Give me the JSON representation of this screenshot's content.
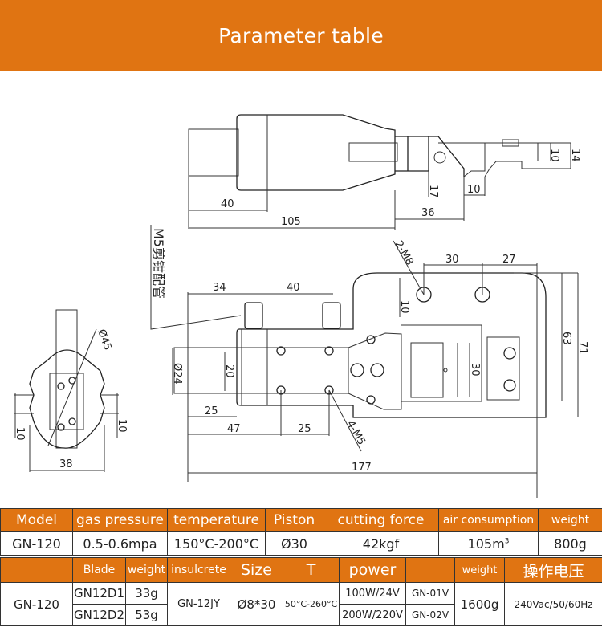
{
  "header": {
    "title": "Parameter table"
  },
  "colors": {
    "accent": "#e07412",
    "line": "#333333"
  },
  "drawing": {
    "side_view": {
      "dims": [
        "40",
        "105",
        "36",
        "10",
        "17",
        "10",
        "14"
      ]
    },
    "top_view": {
      "note": "M5剪钳配管",
      "dims": [
        "34",
        "40",
        "2-M8",
        "30",
        "27",
        "10",
        "63",
        "71",
        "30",
        "Ø24",
        "20",
        "25",
        "47",
        "25",
        "4-M5",
        "177"
      ]
    },
    "end_view": {
      "dims": [
        "Ø45",
        "10",
        "10",
        "38"
      ]
    }
  },
  "table1": {
    "headers": [
      "Model",
      "gas pressure",
      "temperature",
      "Piston",
      "cutting force",
      "air consumption",
      "weight"
    ],
    "row": {
      "model": "GN-120",
      "gas_pressure": "0.5-0.6mpa",
      "temperature": "150°C-200°C",
      "piston": "Ø30",
      "cutting_force": "42kgf",
      "air_consumption": "105m",
      "air_consumption_sup": "3",
      "weight": "800g"
    }
  },
  "table2": {
    "headers": [
      "",
      "Blade",
      "weight",
      "insulcrete",
      "Size",
      "T",
      "power",
      "",
      "weight",
      "操作电压"
    ],
    "model": "GN-120",
    "blades": [
      {
        "name": "GN12D1",
        "weight": "33g",
        "power": "100W/24V",
        "code": "GN-01V"
      },
      {
        "name": "GN12D2",
        "weight": "53g",
        "power": "200W/220V",
        "code": "GN-02V"
      }
    ],
    "insulcrete": "GN-12JY",
    "size": "Ø8*30",
    "temperature": "50°C-260°C",
    "weight": "1600g",
    "voltage": "240Vac/50/60Hz"
  }
}
